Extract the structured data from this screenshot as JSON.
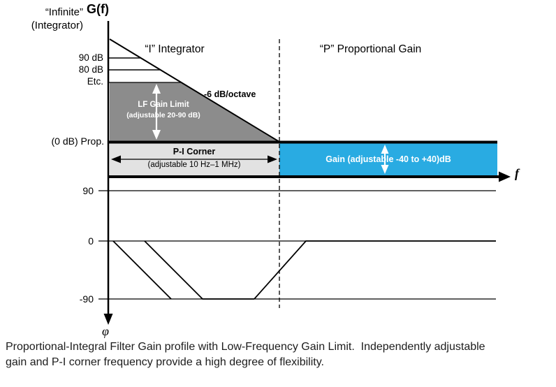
{
  "colors": {
    "dark_gray": "#8c8c8c",
    "light_gray": "#e2e2e2",
    "blue": "#29abe2",
    "line": "#000000"
  },
  "gain_plot": {
    "axis_title": "G(f)",
    "infinite_line1": "“Infinite”",
    "infinite_line2": "(Integrator)",
    "tick_90db": "90 dB",
    "tick_80db": "80 dB",
    "tick_etc": "Etc.",
    "tick_0db": "(0 dB) Prop.",
    "region_integrator": "“I” Integrator",
    "region_proportional": "“P” Proportional Gain",
    "slope_label": "-6 dB/octave",
    "lf_limit_title": "LF Gain Limit",
    "lf_limit_sub": "(adjustable 20-90 dB)",
    "pi_corner_title": "P-I Corner",
    "pi_corner_sub": "(adjustable 10 Hz–1 MHz)",
    "gain_label": "Gain (adjustable -40 to +40)dB",
    "freq_axis": "f"
  },
  "phase_plot": {
    "axis_title": "φ",
    "tick_90": "90",
    "tick_0": "0",
    "tick_neg90": "-90"
  },
  "caption": {
    "line1": "Proportional-Integral Filter Gain profile with Low-Frequency Gain Limit.  Independently adjustable",
    "line2": "gain and P-I corner frequency provide a high degree of flexibility."
  }
}
